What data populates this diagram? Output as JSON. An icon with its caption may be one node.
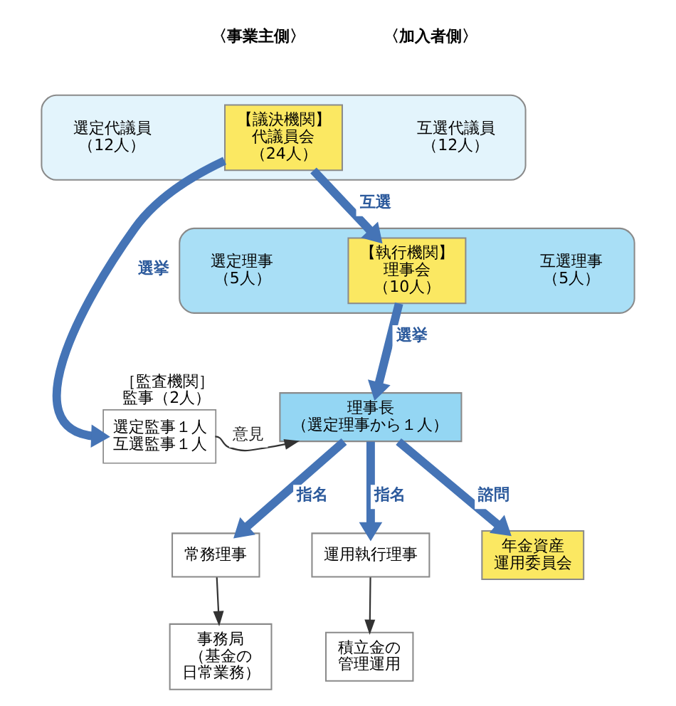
{
  "diagram": {
    "nodes": [
      {
        "text": [],
        "shape": "box"
      },
      {
        "text": [
          "選定代議員（12人）"
        ],
        "in": 0
      },
      {
        "text": [
          "【議決機関】",
          "代議員会（24人）"
        ],
        "in": 0
      },
      {
        "text": [
          "互選代議員（12人）"
        ],
        "in": 0
      },
      {
        "text": [],
        "shape": "box"
      },
      {
        "text": [
          "選定理事（5人）"
        ],
        "in": 4
      },
      {
        "text": [
          "【執行機関】",
          "理事会（10人）"
        ],
        "in": 4
      },
      {
        "text": [
          "互選理事（5人）"
        ],
        "in": 4
      },
      {
        "text": [
          "［監査機関］監事（2人）",
          "選定監事１人互選監事１人"
        ]
      },
      {
        "text": [
          "理事長（選定理事から１人）"
        ]
      },
      {
        "text": [
          "年金資産運用委員会"
        ]
      },
      {
        "text": [
          "常務理事"
        ]
      },
      {
        "text": [
          "運用執行理事"
        ]
      },
      {
        "text": [
          "事務局（基金の日常業務）"
        ]
      },
      {
        "text": [
          "積立金の管理運用"
        ]
      }
    ],
    "edges": [
      {
        "from": 2,
        "to": 8,
        "arrow": "to",
        "label": "選挙"
      },
      {
        "from": 2,
        "to": 6,
        "arrow": "to",
        "label": "互選"
      },
      {
        "from": 6,
        "to": 9,
        "arrow": "to",
        "label": "選挙"
      },
      {
        "from": 8,
        "to": 9,
        "arrow": "to",
        "label": "意見",
        "color": "#333333"
      },
      {
        "from": 9,
        "to": 10,
        "arrow": "to",
        "label": "諮問"
      },
      {
        "from": 9,
        "to": 11,
        "arrow": "to",
        "label": "指名"
      },
      {
        "from": 9,
        "to": 12,
        "arrow": "to",
        "label": "指名"
      },
      {
        "from": 11,
        "to": 13,
        "arrow": "to",
        "color": "#333333"
      },
      {
        "from": 12,
        "to": 14,
        "arrow": "to",
        "color": "#333333"
      }
    ],
    "labels": [
      "〈事業主側〉",
      "〈加入者側〉"
    ]
  }
}
